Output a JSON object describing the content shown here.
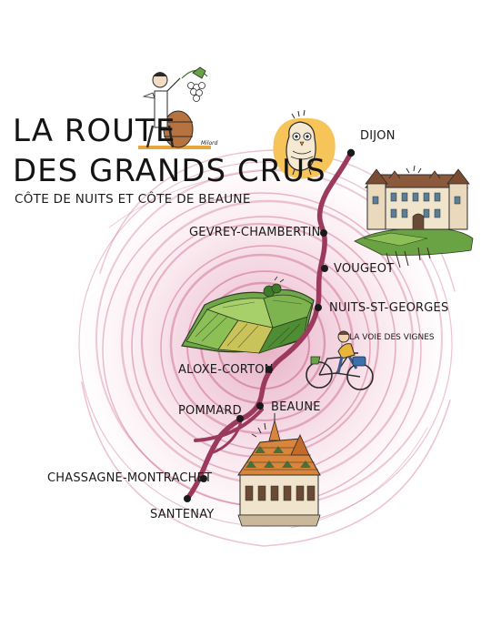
{
  "title": {
    "line1": "LA ROUTE",
    "line2": "DES GRANDS CRUS",
    "subtitle": "CÔTE DE NUITS ET CÔTE DE BEAUNE"
  },
  "towns": [
    {
      "id": "dijon",
      "label": "DIJON"
    },
    {
      "id": "gevrey",
      "label": "GEVREY-CHAMBERTIN"
    },
    {
      "id": "vougeot",
      "label": "VOUGEOT"
    },
    {
      "id": "nuits",
      "label": "NUITS-ST-GEORGES"
    },
    {
      "id": "aloxe",
      "label": "ALOXE-CORTON"
    },
    {
      "id": "beaune",
      "label": "BEAUNE"
    },
    {
      "id": "pommard",
      "label": "POMMARD"
    },
    {
      "id": "chassagne",
      "label": "CHASSAGNE-MONTRACHET"
    },
    {
      "id": "santenay",
      "label": "SANTENAY"
    }
  ],
  "cycle_route": {
    "label": "LA VOIE DES VIGNES"
  },
  "signature": "Milord",
  "colors": {
    "route": "#9b3a5c",
    "swirl": "#c8567e",
    "title": "#141414",
    "owl_bg": "#f7c45a",
    "vineyard_green": "#5d9b3c",
    "roof_orange": "#d9853b"
  },
  "icons": [
    "winemaker-illustration",
    "owl-icon",
    "chateau-clos-vougeot-illustration",
    "vineyard-hills-illustration",
    "cyclist-illustration",
    "hospices-de-beaune-illustration"
  ]
}
